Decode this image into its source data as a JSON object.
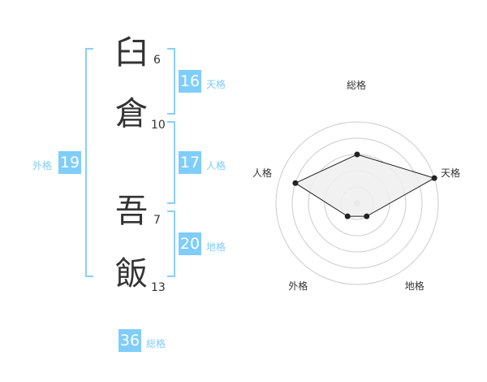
{
  "name": {
    "chars": [
      {
        "char": "臼",
        "strokes": "6"
      },
      {
        "char": "倉",
        "strokes": "10"
      },
      {
        "char": "吾",
        "strokes": "7"
      },
      {
        "char": "飯",
        "strokes": "13"
      }
    ]
  },
  "fortunes": {
    "tenkaku": {
      "label": "天格",
      "value": "16"
    },
    "jinkaku": {
      "label": "人格",
      "value": "17"
    },
    "chikaku": {
      "label": "地格",
      "value": "20"
    },
    "gaikaku": {
      "label": "外格",
      "value": "19"
    },
    "soukaku": {
      "label": "総格",
      "value": "36"
    }
  },
  "chart_data": {
    "type": "radar",
    "axes": [
      "総格",
      "天格",
      "地格",
      "外格",
      "人格"
    ],
    "values": [
      3,
      5,
      1,
      1,
      4
    ],
    "range": [
      0,
      5
    ],
    "rings": 5,
    "colors": {
      "fill": "#efefef",
      "line": "#222222",
      "ring": "#cccccc"
    }
  }
}
